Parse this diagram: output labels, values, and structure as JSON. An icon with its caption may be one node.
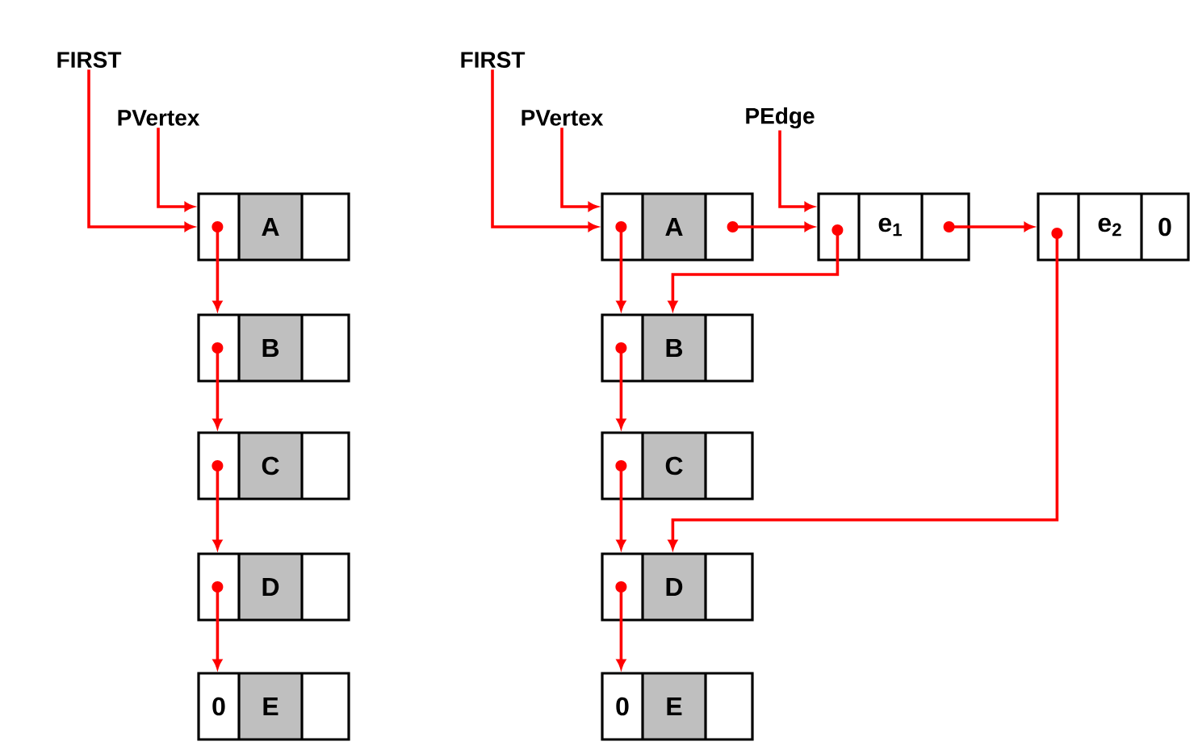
{
  "diagram": {
    "nodes": [
      {
        "text": [
          "FIRST"
        ]
      },
      {
        "text": [
          "PVertex"
        ]
      },
      {
        "text": [
          "A"
        ]
      },
      {
        "text": [
          "B"
        ]
      },
      {
        "text": [
          "C"
        ]
      },
      {
        "text": [
          "D"
        ]
      },
      {
        "text": [
          "0",
          "E"
        ]
      },
      {
        "text": [
          "FIRST"
        ]
      },
      {
        "text": [
          "PVertex"
        ]
      },
      {
        "text": [
          "PEdge"
        ]
      },
      {
        "text": [
          "A"
        ]
      },
      {
        "text": [
          "e$_{1}$"
        ]
      },
      {
        "text": [
          "e$_{2}$",
          "0"
        ]
      },
      {
        "text": [
          "B"
        ]
      },
      {
        "text": [
          "C"
        ]
      },
      {
        "text": [
          "D"
        ]
      },
      {
        "text": [
          "0",
          "E"
        ]
      }
    ],
    "edges": [
      {
        "from": 0,
        "to": 2,
        "arrow": "to"
      },
      {
        "from": 1,
        "to": 2,
        "arrow": "to"
      },
      {
        "from": 2,
        "to": 3,
        "arrow": "to"
      },
      {
        "from": 3,
        "to": 4,
        "arrow": "to"
      },
      {
        "from": 4,
        "to": 5,
        "arrow": "to"
      },
      {
        "from": 5,
        "to": 6,
        "arrow": "to"
      },
      {
        "from": 7,
        "to": 10,
        "arrow": "to"
      },
      {
        "from": 8,
        "to": 10,
        "arrow": "to"
      },
      {
        "from": 9,
        "to": 11,
        "arrow": "to"
      },
      {
        "from": 10,
        "to": 11,
        "arrow": "to"
      },
      {
        "from": 11,
        "to": 12,
        "arrow": "to"
      },
      {
        "from": 10,
        "to": 13,
        "arrow": "to"
      },
      {
        "from": 11,
        "to": 13,
        "arrow": "to"
      },
      {
        "from": 13,
        "to": 14,
        "arrow": "to"
      },
      {
        "from": 14,
        "to": 15,
        "arrow": "to"
      },
      {
        "from": 12,
        "to": 15,
        "arrow": "to"
      },
      {
        "from": 15,
        "to": 16,
        "arrow": "to"
      }
    ]
  }
}
